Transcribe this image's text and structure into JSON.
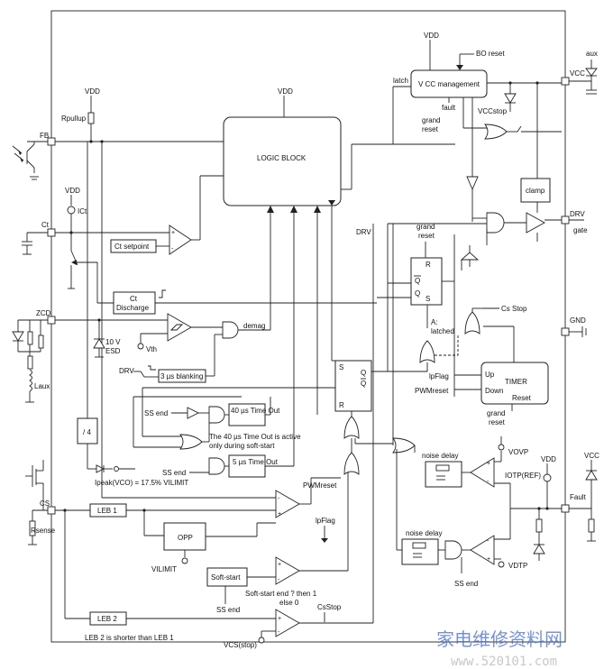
{
  "labels": {
    "vdd": "VDD",
    "bo_reset": "BO reset",
    "aux": "aux",
    "vcc": "VCC",
    "latch": "latch",
    "vcc_management": "V CC management",
    "fault": "fault",
    "grand": "grand",
    "reset": "reset",
    "vccstop": "VCCstop",
    "fb": "FB",
    "rpullup": "Rpullup",
    "logic_block": "LOGIC BLOCK",
    "clamp": "clamp",
    "drv": "DRV",
    "gate": "gate",
    "ict": "ICt",
    "ct": "Ct",
    "ct_setpoint": "Ct setpoint",
    "grand_reset_ff": "grand reset",
    "r": "R",
    "q": "Q",
    "s": "S",
    "ct_discharge_1": "Ct",
    "ct_discharge_2": "Discharge",
    "cs_stop": "Cs Stop",
    "gnd": "GND",
    "zcd": "ZCD",
    "v10": "10 V",
    "esd": "ESD",
    "vth": "Vth",
    "demag": "demag",
    "a_label": "A:",
    "latched": "latched",
    "drv2": "DRV",
    "blanking": "3 µs blanking",
    "lpflag": "lpFlag",
    "up": "Up",
    "timer": "TIMER",
    "pwmreset": "PWMreset",
    "down": "Down",
    "reset2": "Reset",
    "laux": "Laux",
    "ss_end": "SS end",
    "timeout40": "40 µs Time Out",
    "timeout_note_1": "The 40 µs Time Out is active",
    "timeout_note_2": "only during soft-start",
    "div4": "/ 4",
    "ss_end2": "SS end",
    "timeout5": "5 µs Time Out",
    "vovp": "VOVP",
    "noise_delay": "noise delay",
    "iotp": "IOTP(REF)",
    "vdd2": "VDD",
    "vcc2": "VCC",
    "ipeak": "Ipeak(VCO) = 17.5% VILIMIT",
    "pwmreset2": "PWMreset",
    "fault2": "Fault",
    "cs": "CS",
    "leb1": "LEB 1",
    "lpflag2": "lpFlag",
    "rsense": "Rsense",
    "opp": "OPP",
    "vilimit": "VILIMIT",
    "noise_delay2": "noise delay",
    "softstart": "Soft-start",
    "vdtp": "VDTP",
    "ss_end3": "SS end",
    "softstart_note_1": "Soft-start end ? then 1",
    "softstart_note_2": "else 0",
    "ss_end4": "SS end",
    "csstop": "CsStop",
    "leb2": "LEB 2",
    "leb_note": "LEB 2 is shorter than LEB 1",
    "vcsstop": "VCS(stop)",
    "watermark": "家电维修资料网",
    "watermark2": "www.520101.com"
  }
}
